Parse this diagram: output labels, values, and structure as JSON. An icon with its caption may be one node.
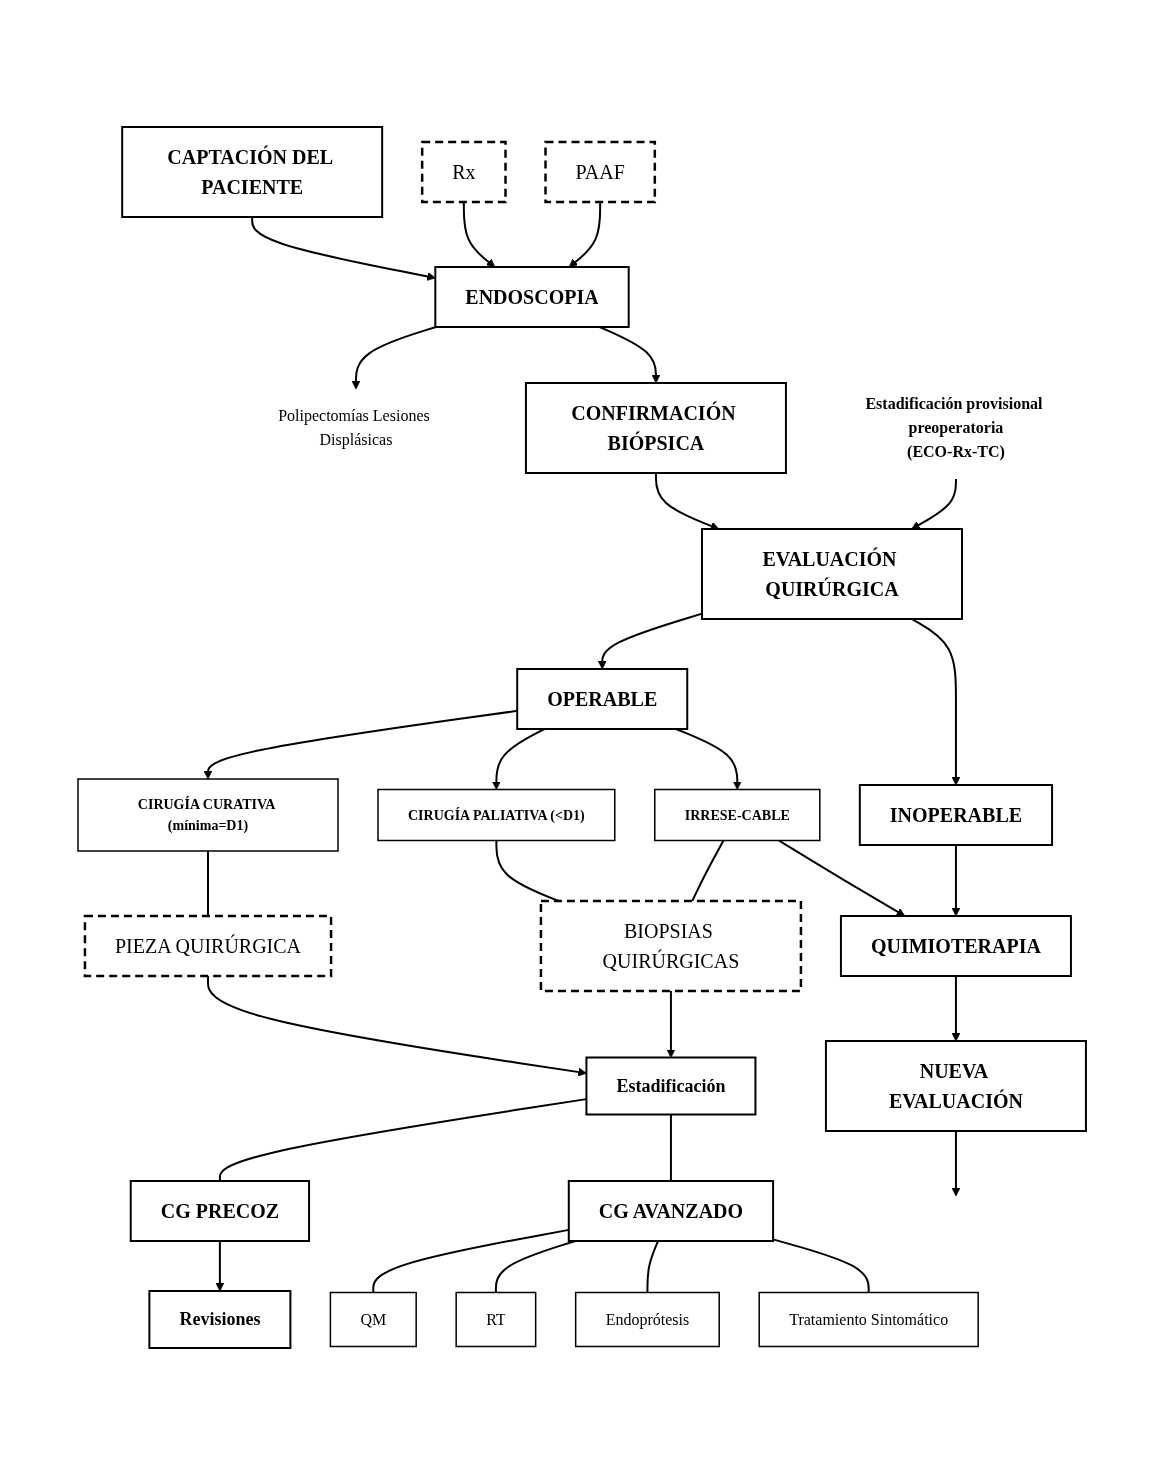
{
  "diagram": {
    "nodes": [
      {
        "text": [
          "CAPTACIÓN DEL PACIENTE"
        ]
      },
      {
        "text": [
          "Rx"
        ]
      },
      {
        "text": [
          "Polipectomías Lesiones Displásicas"
        ]
      },
      {
        "text": [
          "ENDOSCOPIA"
        ]
      },
      {
        "text": [
          "PAAF"
        ]
      },
      {
        "text": [
          "CONFIRMACIÓN BIÓPSICA"
        ]
      },
      {
        "text": [
          "Estadificación provisional preoperatoria",
          "(ECO-Rx-TC)"
        ]
      },
      {
        "text": [
          "EVALUACIÓN QUIRÚRGICA"
        ]
      },
      {
        "text": [
          "OPERABLE"
        ]
      },
      {
        "text": [
          "INOPERABLE"
        ]
      },
      {
        "text": [
          "CIRUGÍA CURATIVA (mínima=D1)"
        ]
      },
      {
        "text": [
          "CIRUGÍA PALIATIVA (<D1)"
        ]
      },
      {
        "text": [
          "IRRESE-CABLE"
        ]
      },
      {
        "text": [
          "PIEZA QUIRÚRGICA"
        ]
      },
      {
        "text": [
          "BIOPSIAS QUIRÚRGICAS"
        ]
      },
      {
        "text": [
          "QUIMIOTERAPIA"
        ]
      },
      {
        "text": [
          "Estadificación"
        ]
      },
      {
        "text": [
          "NUEVA EVALUACIÓN"
        ]
      },
      {
        "text": [
          "CG PRECOZ"
        ]
      },
      {
        "text": [
          "CG AVANZADO"
        ]
      },
      {
        "text": [
          "Revisiones"
        ]
      },
      {
        "text": [
          "QM"
        ]
      },
      {
        "text": [
          "RT"
        ]
      },
      {
        "text": [
          "Endoprótesis"
        ]
      },
      {
        "text": [
          "Tratamiento Sintomático"
        ]
      }
    ],
    "edges": [
      {
        "from": 0,
        "to": 3,
        "arrow": "to"
      },
      {
        "from": 1,
        "to": 3,
        "arrow": "to"
      },
      {
        "from": 3,
        "to": 2,
        "arrow": "to"
      },
      {
        "from": 4,
        "to": 3,
        "arrow": "to"
      },
      {
        "from": 3,
        "to": 5,
        "arrow": "to"
      },
      {
        "from": 5,
        "to": 7,
        "arrow": "to"
      },
      {
        "from": 6,
        "to": 7,
        "arrow": "to"
      },
      {
        "from": 7,
        "to": 8,
        "arrow": "to"
      },
      {
        "from": 7,
        "to": 9,
        "arrow": "to"
      },
      {
        "from": 8,
        "to": 10,
        "arrow": "to"
      },
      {
        "from": 8,
        "to": 11,
        "arrow": "to"
      },
      {
        "from": 8,
        "to": 12,
        "arrow": "to"
      },
      {
        "from": 10,
        "to": 13,
        "arrow": "none"
      },
      {
        "from": 11,
        "to": 14,
        "arrow": "none"
      },
      {
        "from": 12,
        "to": 14,
        "arrow": "none"
      },
      {
        "from": 12,
        "to": 15,
        "arrow": "to"
      },
      {
        "from": 9,
        "to": 15,
        "arrow": "to"
      },
      {
        "from": 13,
        "to": 16,
        "arrow": "to"
      },
      {
        "from": 14,
        "to": 16,
        "arrow": "to"
      },
      {
        "from": 15,
        "to": 17,
        "arrow": "to"
      },
      {
        "from": 17,
        "to": null,
        "arrow": "to"
      },
      {
        "from": 16,
        "to": 18,
        "arrow": "none"
      },
      {
        "from": 16,
        "to": 19,
        "arrow": "none"
      },
      {
        "from": 18,
        "to": 20,
        "arrow": "to"
      },
      {
        "from": 19,
        "to": 21,
        "arrow": "none"
      },
      {
        "from": 19,
        "to": 22,
        "arrow": "none"
      },
      {
        "from": 19,
        "to": 23,
        "arrow": "none"
      },
      {
        "from": 19,
        "to": 24,
        "arrow": "none"
      }
    ]
  }
}
